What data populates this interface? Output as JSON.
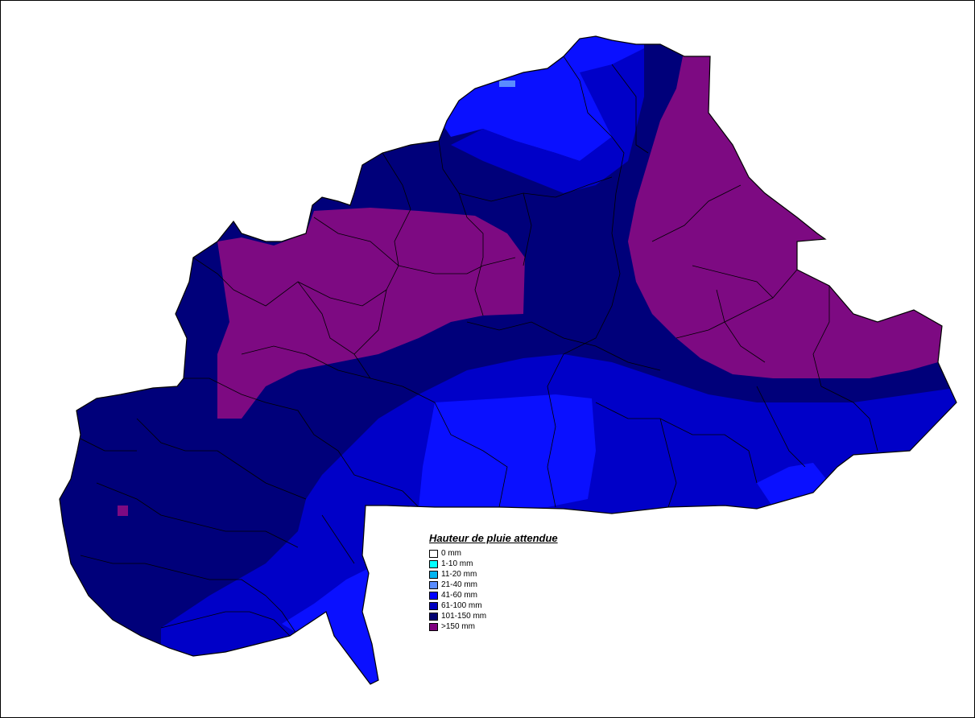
{
  "legend": {
    "title": "Hauteur de pluie attendue",
    "items": [
      {
        "label": "0 mm",
        "color": "#ffffff"
      },
      {
        "label": "1-10 mm",
        "color": "#00ffff"
      },
      {
        "label": "11-20 mm",
        "color": "#00b4f0"
      },
      {
        "label": "21-40 mm",
        "color": "#5a8cff"
      },
      {
        "label": "41-60 mm",
        "color": "#0000ff"
      },
      {
        "label": "61-100 mm",
        "color": "#0000c0"
      },
      {
        "label": "101-150 mm",
        "color": "#000070"
      },
      {
        "label": ">150 mm",
        "color": "#800080"
      }
    ]
  },
  "colors": {
    "border": "#000000",
    "background": "#ffffff"
  }
}
